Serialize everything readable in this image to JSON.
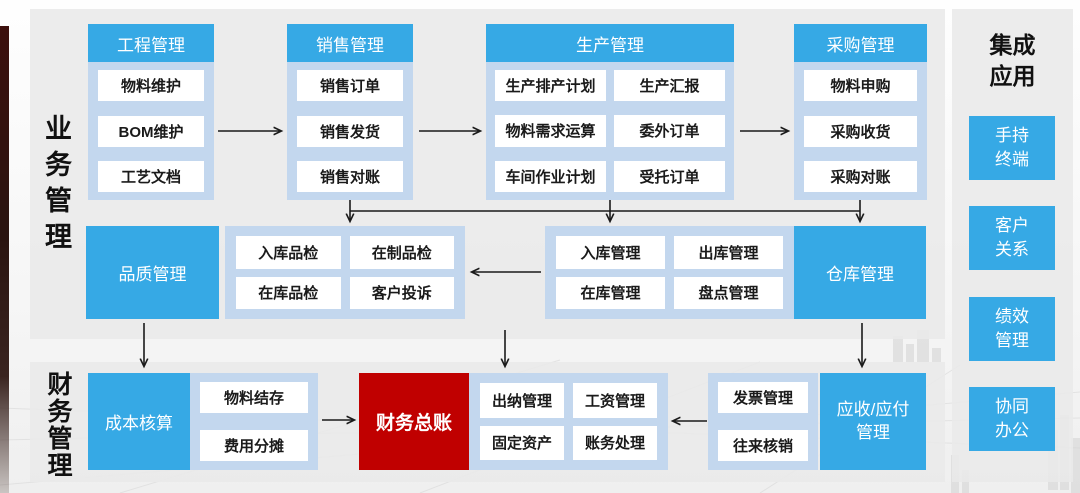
{
  "sections": {
    "business": {
      "label": "业务管理"
    },
    "finance": {
      "label": "财务管理"
    },
    "integration": {
      "title": "集成应用",
      "items": [
        "手持终端",
        "客户关系",
        "绩效管理",
        "协同办公"
      ]
    }
  },
  "top_columns": [
    {
      "header": "工程管理",
      "items": [
        "物料维护",
        "BOM维护",
        "工艺文档"
      ]
    },
    {
      "header": "销售管理",
      "items": [
        "销售订单",
        "销售发货",
        "销售对账"
      ]
    },
    {
      "header": "生产管理",
      "rows": [
        [
          "生产排产计划",
          "生产汇报"
        ],
        [
          "物料需求运算",
          "委外订单"
        ],
        [
          "车间作业计划",
          "受托订单"
        ]
      ]
    },
    {
      "header": "采购管理",
      "items": [
        "物料申购",
        "采购收货",
        "采购对账"
      ]
    }
  ],
  "middle_row": {
    "quality": {
      "label": "品质管理",
      "rows": [
        [
          "入库品检",
          "在制品检"
        ],
        [
          "在库品检",
          "客户投诉"
        ]
      ]
    },
    "warehouse": {
      "label": "仓库管理",
      "rows": [
        [
          "入库管理",
          "出库管理"
        ],
        [
          "在库管理",
          "盘点管理"
        ]
      ]
    }
  },
  "bottom_row": {
    "cost": {
      "label": "成本核算",
      "items": [
        "物料结存",
        "费用分摊"
      ]
    },
    "ledger": {
      "label": "财务总账",
      "rows": [
        [
          "出纳管理",
          "工资管理"
        ],
        [
          "固定资产",
          "账务处理"
        ]
      ]
    },
    "receivable": {
      "label": "应收/应付管理",
      "items": [
        "发票管理",
        "往来核销"
      ]
    }
  },
  "colors": {
    "blue": "#36A9E5",
    "light_blue": "#C3D7EE",
    "red": "#C00000",
    "panel": "#E9E9E9",
    "ink": "#1a1a1a"
  }
}
